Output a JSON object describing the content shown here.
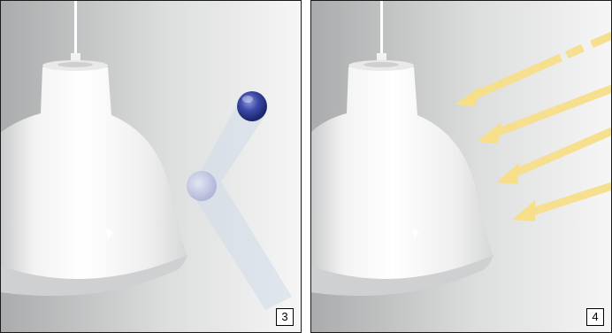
{
  "panels": [
    {
      "id": "left",
      "label": "3",
      "description_icon": "lamp-with-ball"
    },
    {
      "id": "right",
      "label": "4",
      "description_icon": "lamp-with-light-arrows"
    }
  ],
  "colors": {
    "background_dark": "#aeb0b1",
    "background_light": "#f4f4f4",
    "ball": "#3a47a8",
    "arrow": "#f7df8a",
    "frame": "#1a1a1a"
  }
}
